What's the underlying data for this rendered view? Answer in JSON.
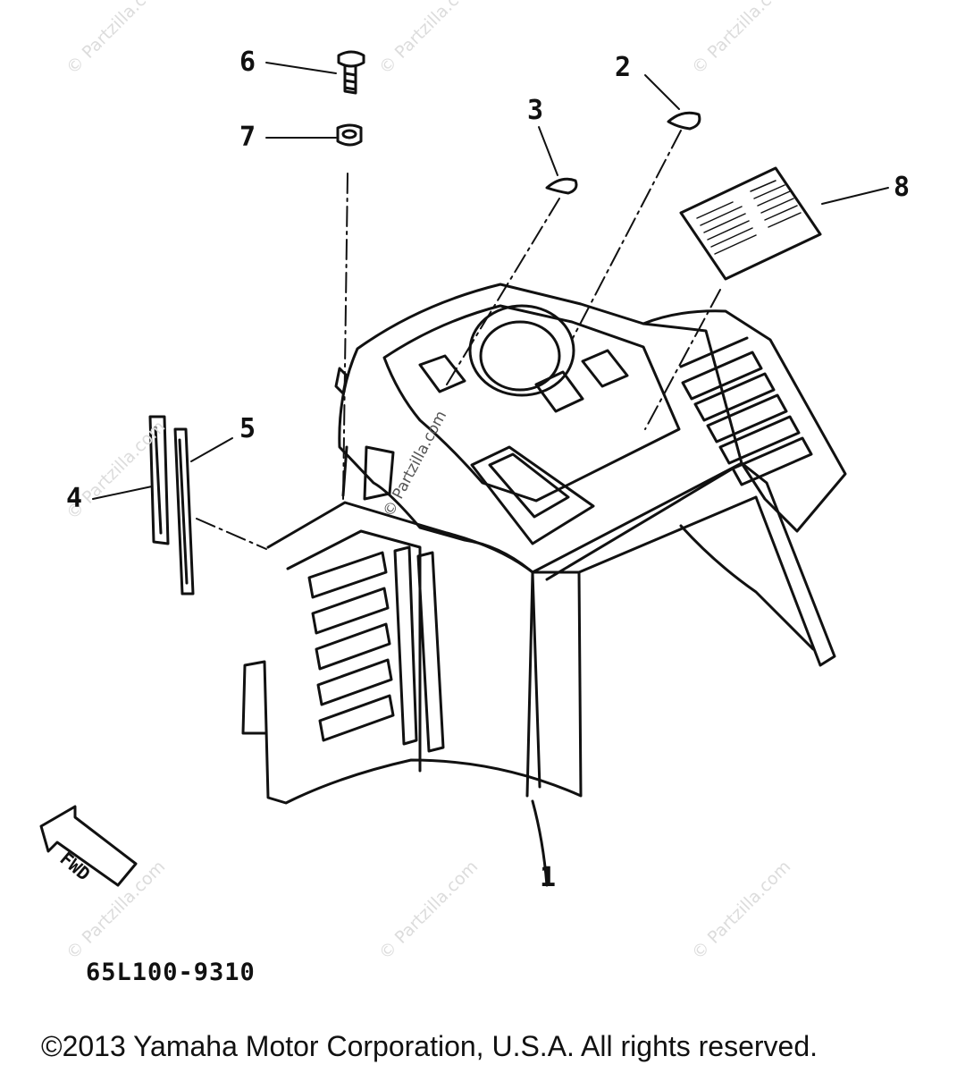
{
  "callouts": {
    "c1": "1",
    "c2": "2",
    "c3": "3",
    "c4": "4",
    "c5": "5",
    "c6": "6",
    "c7": "7",
    "c8": "8"
  },
  "fwd_label": "FWD",
  "diagram_code": "65L100-9310",
  "copyright": "©2013 Yamaha Motor Corporation, U.S.A. All rights reserved.",
  "watermark": "© Partzilla.com"
}
